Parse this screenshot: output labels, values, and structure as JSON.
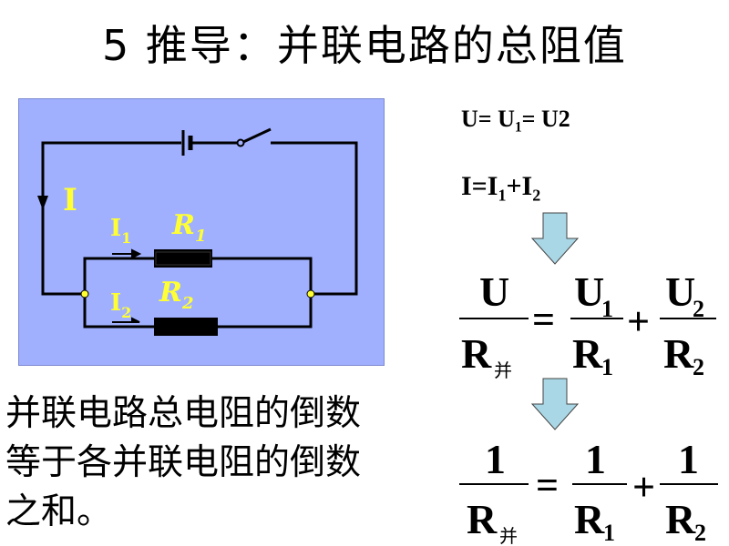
{
  "title": "5 推导：并联电路的总阻值",
  "circuit": {
    "current_total": "I",
    "branch1_current": "I",
    "branch1_current_sub": "1",
    "branch1_resistor": "R",
    "branch1_resistor_sub": "1",
    "branch2_current": "I",
    "branch2_current_sub": "2",
    "branch2_resistor": "R",
    "branch2_resistor_sub": "2",
    "panel_color": "#a0b0ff",
    "label_color": "#ffff33"
  },
  "equations": {
    "voltage_prefix": "U= U",
    "voltage_sub": "1",
    "voltage_suffix": "= U2",
    "current_prefix": "I=I",
    "current_sub1": "1",
    "current_mid": "+I",
    "current_sub2": "2"
  },
  "formula1": {
    "lhs_num": "U",
    "lhs_den": "R",
    "lhs_den_sub": "并",
    "op_equals": "=",
    "t1_num": "U",
    "t1_num_sub": "1",
    "t1_den": "R",
    "t1_den_sub": "1",
    "op_plus": "+",
    "t2_num": "U",
    "t2_num_sub": "2",
    "t2_den": "R",
    "t2_den_sub": "2"
  },
  "formula2": {
    "lhs_num": "1",
    "lhs_den": "R",
    "lhs_den_sub": "并",
    "op_equals": "=",
    "t1_num": "1",
    "t1_den": "R",
    "t1_den_sub": "1",
    "op_plus": "+",
    "t2_num": "1",
    "t2_den": "R",
    "t2_den_sub": "2"
  },
  "caption_lines": [
    "并联电路总电阻的倒数",
    "等于各并联电阻的倒数",
    "之和。"
  ],
  "arrow_color": "#a9d7e6"
}
